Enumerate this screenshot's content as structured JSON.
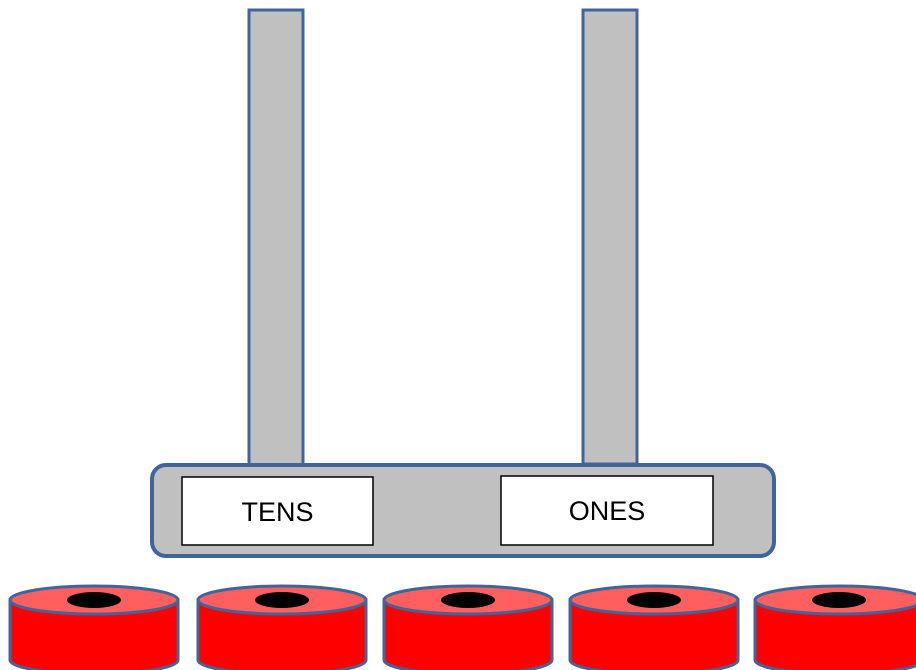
{
  "labels": {
    "tens": "TENS",
    "ones": "ONES"
  },
  "beads": {
    "count": 5
  },
  "colors": {
    "rod_fill": "#c0c0c0",
    "base_fill": "#c0c0c0",
    "outline": "#41659a",
    "label_box_fill": "#ffffff",
    "label_box_stroke": "#000000",
    "bead_side": "#ff0000",
    "bead_top": "#ff5f5f",
    "bead_hole": "#000000"
  }
}
